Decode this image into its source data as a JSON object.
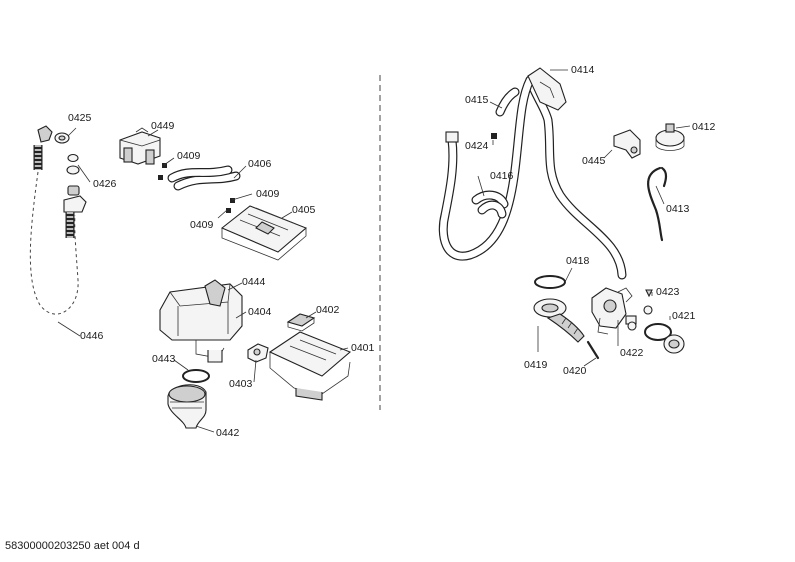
{
  "parts": [
    {
      "id": "p0425",
      "label": "0425"
    },
    {
      "id": "p0426",
      "label": "0426"
    },
    {
      "id": "p0446",
      "label": "0446"
    },
    {
      "id": "p0449",
      "label": "0449"
    },
    {
      "id": "p0409a",
      "label": "0409"
    },
    {
      "id": "p0406",
      "label": "0406"
    },
    {
      "id": "p0409b",
      "label": "0409"
    },
    {
      "id": "p0409c",
      "label": "0409"
    },
    {
      "id": "p0405",
      "label": "0405"
    },
    {
      "id": "p0444",
      "label": "0444"
    },
    {
      "id": "p0404",
      "label": "0404"
    },
    {
      "id": "p0402",
      "label": "0402"
    },
    {
      "id": "p0443",
      "label": "0443"
    },
    {
      "id": "p0401",
      "label": "0401"
    },
    {
      "id": "p0403",
      "label": "0403"
    },
    {
      "id": "p0442",
      "label": "0442"
    },
    {
      "id": "p0414",
      "label": "0414"
    },
    {
      "id": "p0415",
      "label": "0415"
    },
    {
      "id": "p0424",
      "label": "0424"
    },
    {
      "id": "p0416",
      "label": "0416"
    },
    {
      "id": "p0445",
      "label": "0445"
    },
    {
      "id": "p0412",
      "label": "0412"
    },
    {
      "id": "p0413",
      "label": "0413"
    },
    {
      "id": "p0418",
      "label": "0418"
    },
    {
      "id": "p0423",
      "label": "0423"
    },
    {
      "id": "p0421",
      "label": "0421"
    },
    {
      "id": "p0419",
      "label": "0419"
    },
    {
      "id": "p0420",
      "label": "0420"
    },
    {
      "id": "p0422",
      "label": "0422"
    }
  ],
  "footer": "58300000203250 aet 004 d"
}
